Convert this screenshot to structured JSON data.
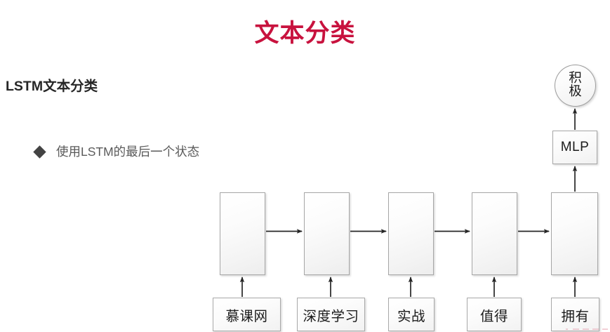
{
  "slide": {
    "title": "文本分类",
    "title_color": "#C8123E",
    "subtitle": "LSTM文本分类",
    "subtitle_color": "#262626",
    "background_color": "#FFFFFF",
    "bullet": {
      "marker": "diamond-bullet",
      "text": "使用LSTM的最后一个状态",
      "text_color": "#5A5A5A"
    }
  },
  "diagram": {
    "type": "lstm-text-classification-network",
    "lstm_cells": [
      {
        "label": "",
        "index": 1
      },
      {
        "label": "",
        "index": 2
      },
      {
        "label": "",
        "index": 3
      },
      {
        "label": "",
        "index": 4
      },
      {
        "label": "",
        "index": 5
      }
    ],
    "input_tokens": [
      {
        "text": "慕课网"
      },
      {
        "text": "深度学习"
      },
      {
        "text": "实战"
      },
      {
        "text": "值得"
      },
      {
        "text": "拥有"
      }
    ],
    "classifier": {
      "label": "MLP"
    },
    "output": {
      "line1": "积",
      "line2": "极",
      "full": "积极"
    },
    "arrow_color": "#262626",
    "box_border_color": "#A6A6A6"
  }
}
